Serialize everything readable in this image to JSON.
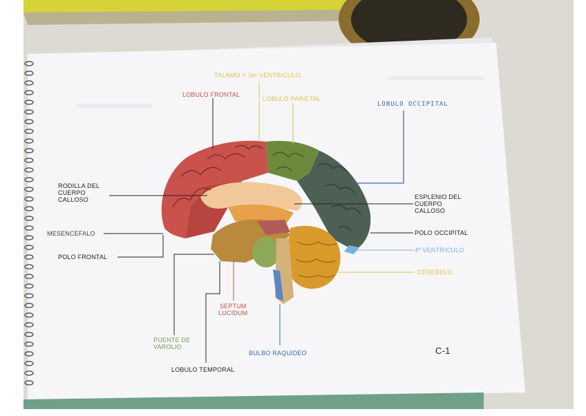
{
  "labels": {
    "talamo": "TALAMO Y 3er VENTRICULO",
    "lobulo_frontal": "LOBULO FRONTAL",
    "lobulo_parietal": "LOBULO PARIETAL",
    "lobulo_occipital": "LOBULO OCCIPITAL",
    "rodilla": "RODILLA DEL\nCUERPO\nCALLOSO",
    "esplenio": "ESPLENIO DEL\nCUERPO\nCALLOSO",
    "mesencefalo": "MESENCEFALO",
    "polo_occipital": "POLO OCCIPITAL",
    "polo_frontal": "POLO FRONTAL",
    "cuarto_ventriculo": "4º VENTRICULO",
    "cerebelo": "CEREBELO",
    "septum": "SEPTUM\nLUCIDUM",
    "puente": "PUENTE DE\nVAROLIO",
    "bulbo": "BULBO RAQUIDEO",
    "lobulo_temporal": "LOBULO TEMPORAL",
    "page_code": "C-1"
  },
  "colors": {
    "desk": "#dcdad2",
    "paper": "#f6f6f8",
    "frontal": "#c9524c",
    "parietal": "#6d8a3c",
    "occipital": "#4c6154",
    "cerebellum": "#d99a2c",
    "brainstem": "#b98a3c",
    "pons": "#8ea85a",
    "medulla_blue": "#5b86c8",
    "leader_black": "#222222",
    "yellow_label": "#d8c64a",
    "red_label": "#c0504a",
    "blue_label": "#3a67b7",
    "green_label": "#7c9a4a"
  }
}
